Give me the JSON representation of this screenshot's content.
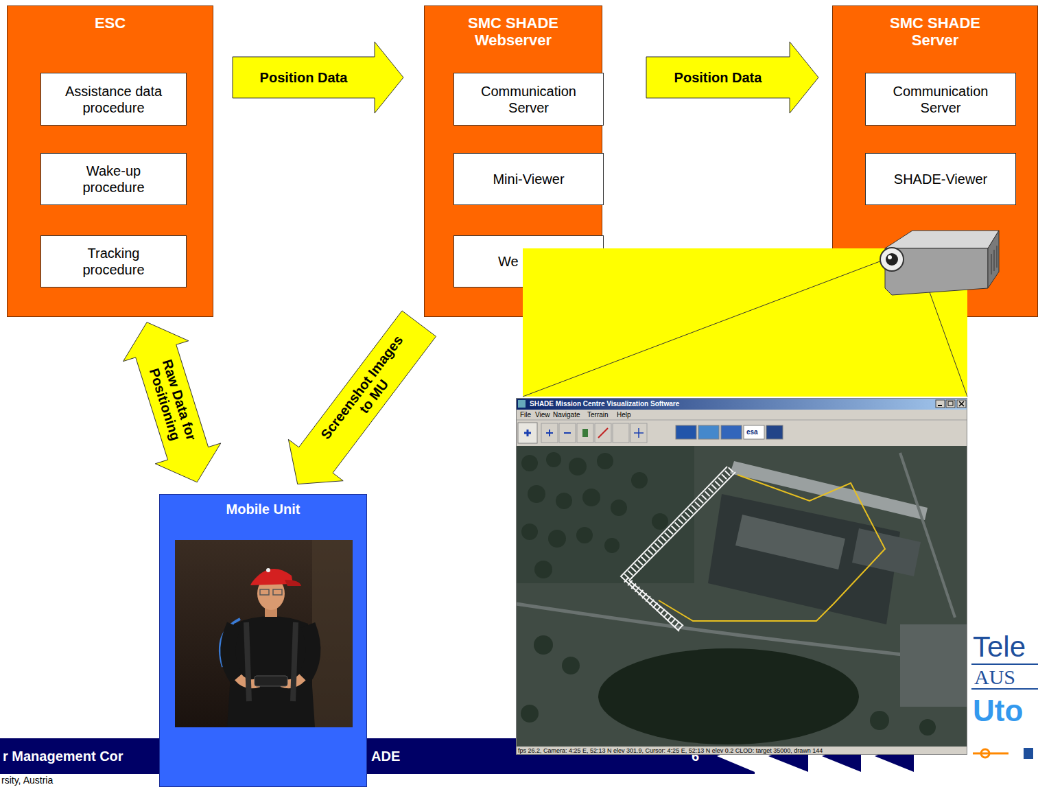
{
  "diagram": {
    "nodes": [
      {
        "text": [
          "ESC"
        ]
      },
      {
        "text": [
          "Assistance data procedure"
        ],
        "in": 0
      },
      {
        "text": [
          "Wake-up procedure"
        ],
        "in": 0
      },
      {
        "text": [
          "Tracking procedure"
        ],
        "in": 0
      },
      {
        "text": [
          "SMC SHADE Webserver"
        ]
      },
      {
        "text": [
          "Communication Server"
        ],
        "in": 4
      },
      {
        "text": [
          "Mini-Viewer"
        ],
        "in": 4
      },
      {
        "text": [
          "We"
        ],
        "in": 4
      },
      {
        "text": [
          "SMC SHADE Server"
        ]
      },
      {
        "text": [
          "Communication Server"
        ],
        "in": 8
      },
      {
        "text": [
          "SHADE-Viewer"
        ],
        "in": 8
      },
      {
        "text": [
          "Mobile Unit"
        ]
      }
    ],
    "edges": [
      {
        "from": 0,
        "to": 4,
        "arrow": "to",
        "label": "Position Data"
      },
      {
        "from": 4,
        "to": 8,
        "arrow": "to",
        "label": "Position Data"
      },
      {
        "from": 0,
        "to": 11,
        "arrow": "both",
        "label": "Raw Data for Positioning"
      },
      {
        "from": 4,
        "to": 11,
        "arrow": "to",
        "label": "Screenshot Images to MU"
      }
    ],
    "labels": [
      "SHADE Mission Centre Visualization Software",
      "File",
      "View",
      "Navigate",
      "Terrain",
      "Help",
      "esa",
      "fps 26.2, Camera: 4:25 E, 52:13 N elev 301.9, Cursor: 4:25 E, 52:13 N elev 0.2 CLOD: target 35000, drawn 144",
      "r Management Cor",
      "ADE",
      "6",
      "rsity, Austria",
      "Tele",
      "AUS",
      "Uto"
    ]
  }
}
